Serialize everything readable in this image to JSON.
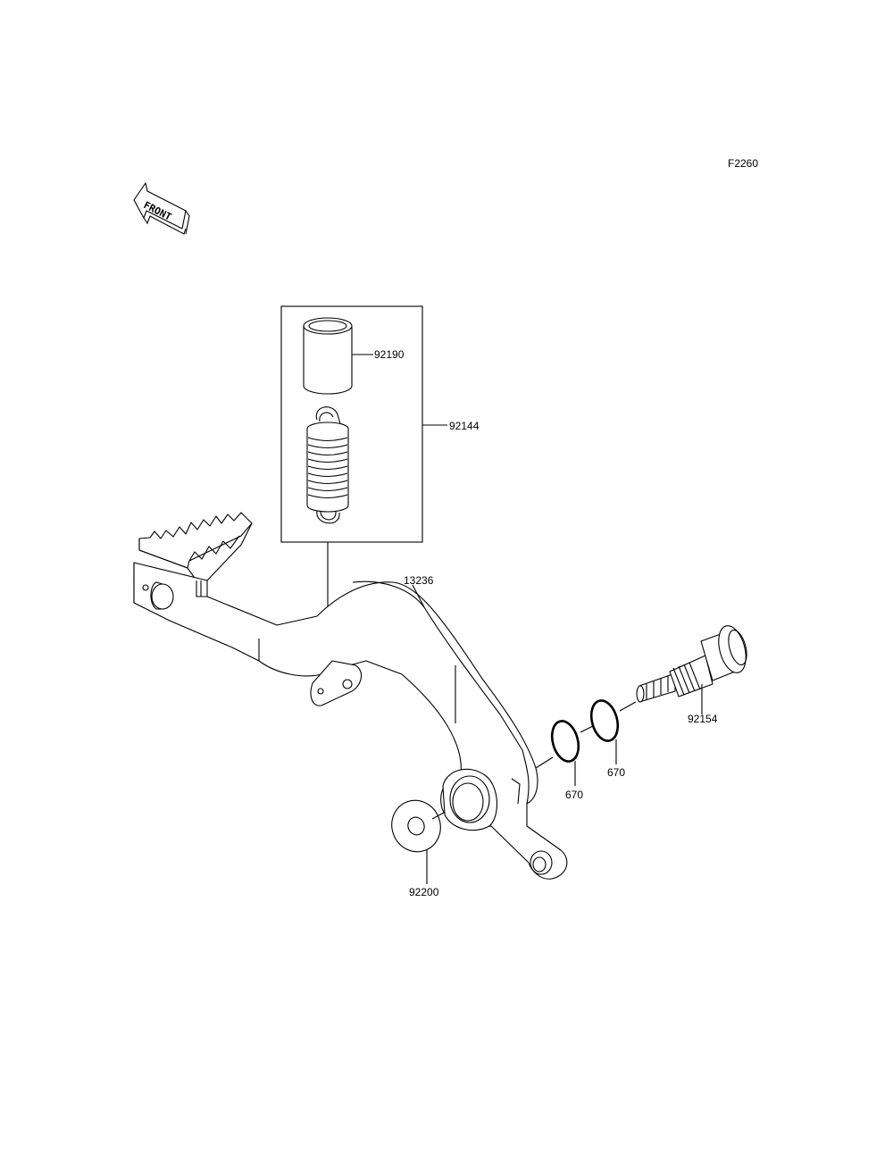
{
  "figure_code": "F2260",
  "front_label": "FRONT",
  "callouts": {
    "collar": "92190",
    "spring_assembly": "92144",
    "brake_pedal": "13236",
    "pivot_bolt": "92154",
    "o_ring_a": "670",
    "o_ring_b": "670",
    "washer": "92200"
  },
  "colors": {
    "ink": "#000000",
    "paper": "#ffffff"
  }
}
